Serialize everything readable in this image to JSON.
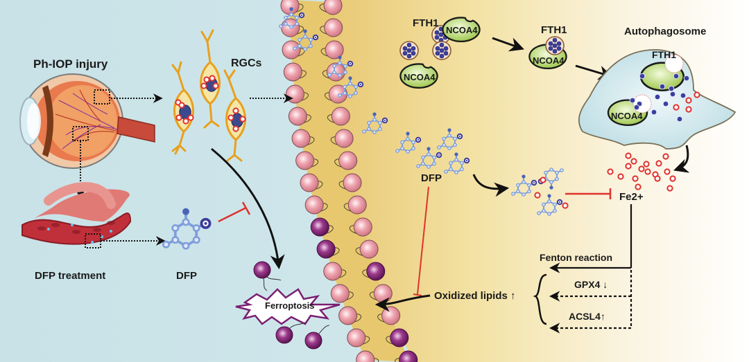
{
  "figure": {
    "title": "DFP inhibits ferroptosis in RGCs after Ph-IOP injury",
    "labels": {
      "injury": "Ph-IOP injury",
      "rgcs": "RGCs",
      "dfp_treatment": "DFP treatment",
      "dfp_left": "DFP",
      "dfp_cell": "DFP",
      "fth1_a": "FTH1",
      "fth1_b": "FTH1",
      "fth1_c": "FTH1",
      "ncoa4_a": "NCOA4",
      "ncoa4_b": "NCOA4",
      "ncoa4_c": "NCOA4",
      "ncoa4_d": "NCOA4",
      "autophagosome": "Autophagosome",
      "fe2": "Fe2+",
      "fenton": "Fenton reaction",
      "gpx4": "GPX4 ↓",
      "acsl4": "ACSL4↑",
      "oxidized_lipids": "Oxidized lipids ↑",
      "ferroptosis": "Ferroptosis"
    },
    "colors": {
      "left_bg": "#cfe6ea",
      "right_bg": "#f1dc96",
      "lipid_head": "#e89aa6",
      "oxidized_head": "#8a2a7a",
      "ncoa4": "#b6d86a",
      "molecule": "#7b9ad8",
      "iron": "#e0312c",
      "inhibit": "#e0312c",
      "ferroptosis_border": "#7a1f73"
    }
  }
}
